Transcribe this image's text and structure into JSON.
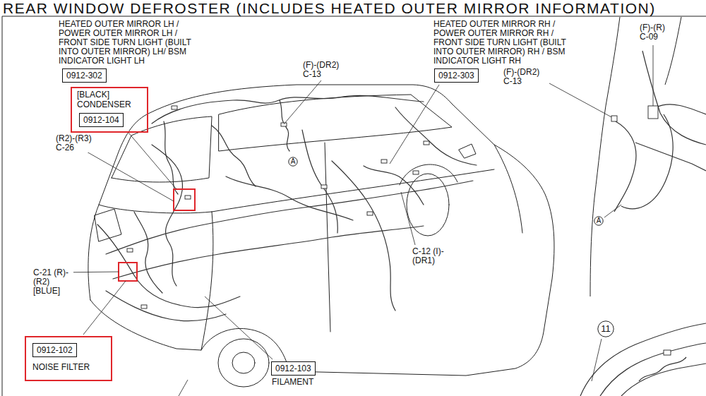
{
  "diagram": {
    "title": "REAR WINDOW DEFROSTER (INCLUDES HEATED OUTER MIRROR INFORMATION)",
    "nodes": [
      {
        "text": [
          "0912-302"
        ]
      },
      {
        "text": [
          "0912-303"
        ]
      },
      {
        "text": [
          "[BLACK] CONDENSER"
        ]
      },
      {
        "text": [
          "0912-104"
        ],
        "in": 2
      },
      {
        "text": [
          "A"
        ]
      },
      {
        "text": [
          "A"
        ]
      },
      {
        "text": [
          "11"
        ]
      },
      {
        "text": [
          "NOISE FILTER"
        ]
      },
      {
        "text": [
          "0912-102"
        ],
        "in": 7
      },
      {
        "text": [
          "0912-103"
        ]
      }
    ],
    "labels": [
      "HEATED OUTER MIRROR LH / POWER OUTER MIRROR LH / FRONT SIDE TURN LIGHT (BUILT INTO OUTER MIRROR) LH/ BSM INDICATOR LIGHT LH",
      "HEATED OUTER MIRROR RH / POWER OUTER MIRROR RH / FRONT SIDE TURN LIGHT (BUILT INTO OUTER MIRROR) RH / BSM INDICATOR LIGHT RH",
      "(F)-(R) C-09",
      "(F)-(DR2) C-13",
      "(F)-(DR2) C-13",
      "(R2)-(R3) C-26",
      "C-12 (I)-(DR1)",
      "C-21 (R)-(R2) [BLUE]",
      "FILAMENT"
    ]
  }
}
